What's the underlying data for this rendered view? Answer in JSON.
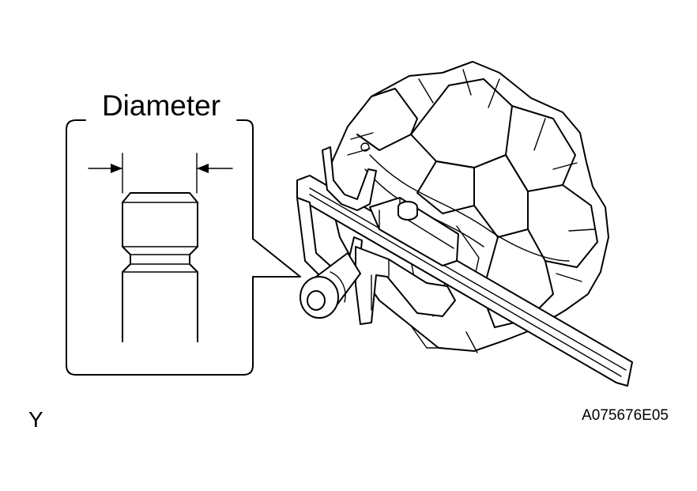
{
  "callout": {
    "label": "Diameter"
  },
  "corner_mark": "Y",
  "figure_code": "A075676E05"
}
